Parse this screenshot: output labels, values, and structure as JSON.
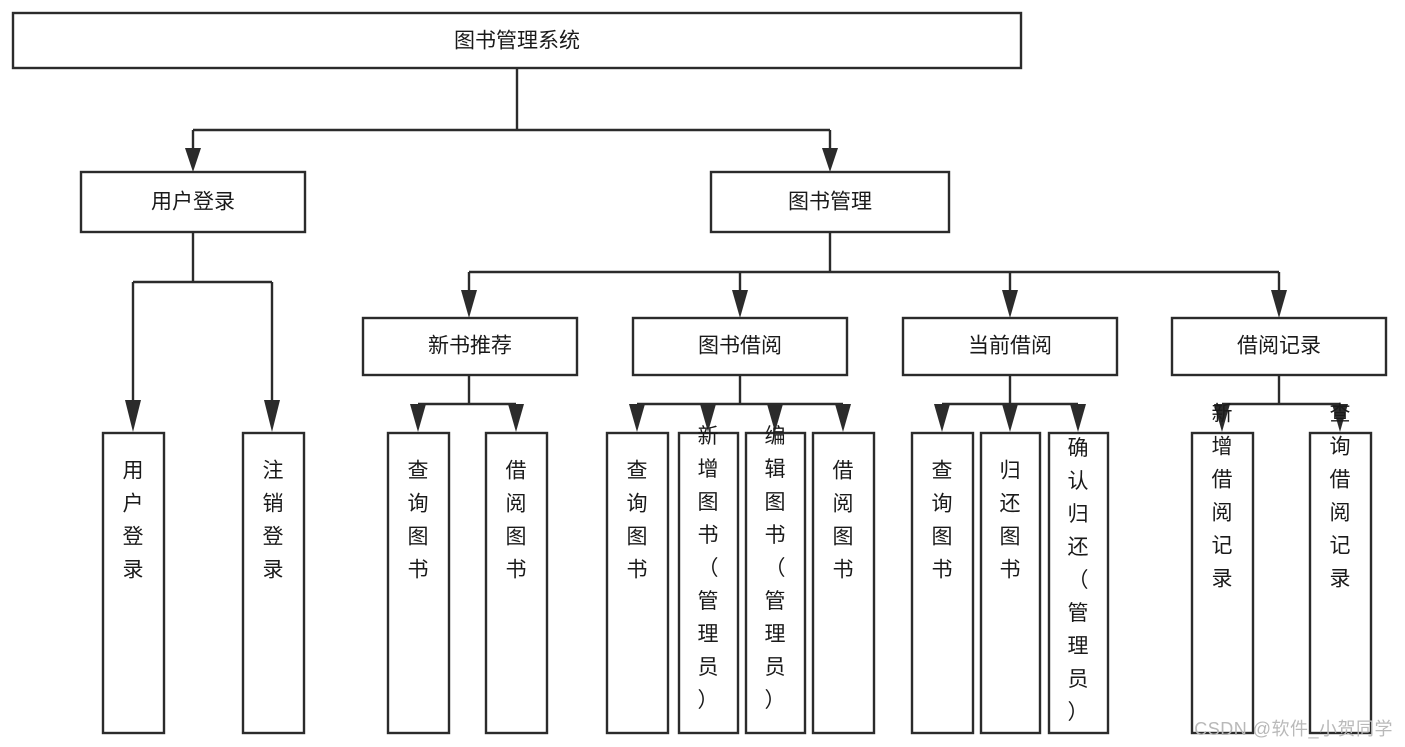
{
  "diagram": {
    "type": "tree",
    "title": "图书管理系统",
    "watermark": "CSDN @软件_小贺同学",
    "colors": {
      "stroke": "#2b2b2b",
      "fill": "#ffffff",
      "text": "#1a1a1a",
      "watermark": "#b9b9b9",
      "background": "#ffffff"
    },
    "root": {
      "label": "图书管理系统"
    },
    "level2": [
      {
        "label": "用户登录"
      },
      {
        "label": "图书管理"
      }
    ],
    "level3": [
      {
        "label": "新书推荐"
      },
      {
        "label": "图书借阅"
      },
      {
        "label": "当前借阅"
      },
      {
        "label": "借阅记录"
      }
    ],
    "leaves": {
      "user_login": [
        {
          "label": "用户登录"
        },
        {
          "label": "注销登录"
        }
      ],
      "new_book_recommend": [
        {
          "label": "查询图书"
        },
        {
          "label": "借阅图书"
        }
      ],
      "book_borrow": [
        {
          "label": "查询图书"
        },
        {
          "label": "新增图书（管理员）"
        },
        {
          "label": "编辑图书（管理员）"
        },
        {
          "label": "借阅图书"
        }
      ],
      "current_borrow": [
        {
          "label": "查询图书"
        },
        {
          "label": "归还图书"
        },
        {
          "label": "确认归还（管理员）"
        }
      ],
      "borrow_records": [
        {
          "label": "新增借阅记录"
        },
        {
          "label": "查询借阅记录"
        }
      ]
    }
  }
}
